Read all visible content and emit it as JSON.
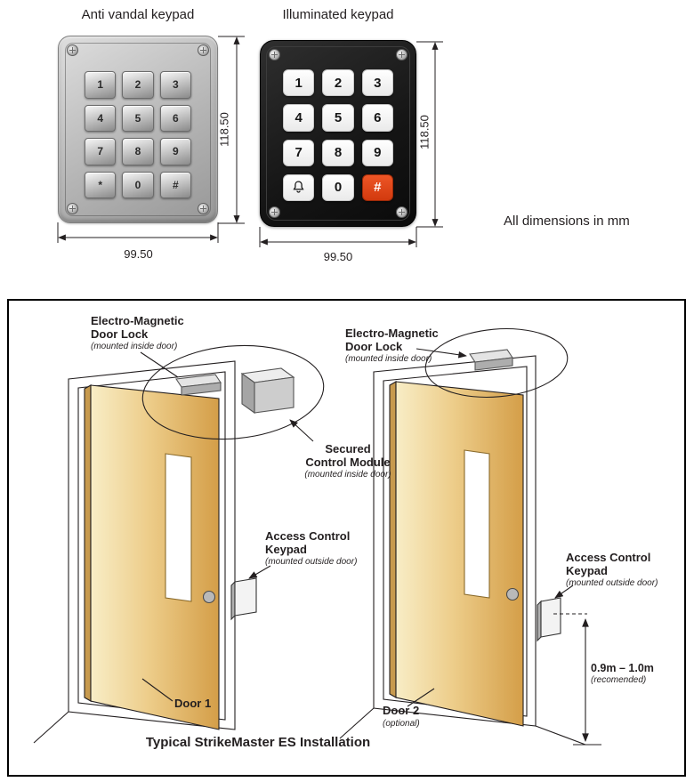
{
  "top": {
    "anti_vandal_title": "Anti vandal keypad",
    "illuminated_title": "Illuminated keypad",
    "height_dim": "118.50",
    "width_dim": "99.50",
    "dims_note": "All dimensions in mm",
    "anti_vandal_keys": [
      "1",
      "2",
      "3",
      "4",
      "5",
      "6",
      "7",
      "8",
      "9",
      "*",
      "0",
      "#"
    ],
    "illuminated_keys": [
      "1",
      "2",
      "3",
      "4",
      "5",
      "6",
      "7",
      "8",
      "9",
      "bell",
      "0",
      "#"
    ]
  },
  "diagram": {
    "title": "Typical StrikeMaster ES Installation",
    "em_lock": {
      "line1": "Electro-Magnetic",
      "line2": "Door Lock",
      "sub": "(mounted inside door)"
    },
    "secured_module": {
      "line1": "Secured",
      "line2": "Control Module",
      "sub": "(mounted inside door)"
    },
    "access_keypad": {
      "line1": "Access Control",
      "line2": "Keypad",
      "sub": "(mounted outside door)"
    },
    "door1_label": "Door 1",
    "door2_label": "Door 2",
    "door2_sub": "(optional)",
    "height_range": "0.9m – 1.0m",
    "height_sub": "(recomended)"
  },
  "colors": {
    "red_key": "#d23a0e",
    "keypad_body_silver": "#b5b5b5",
    "keypad_body_black": "#151515",
    "door_wood": "#edcd8a",
    "line_black": "#231f20"
  },
  "icons": {
    "bell": "bell-icon",
    "screw": "screw-icon"
  }
}
